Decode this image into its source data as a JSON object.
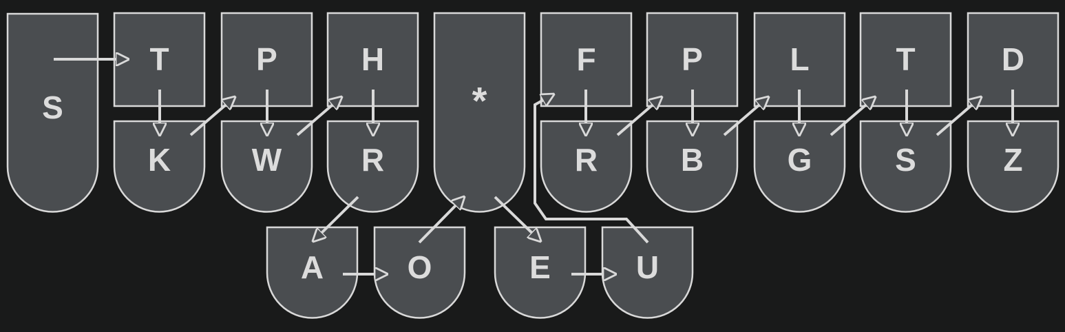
{
  "keys": {
    "S1": "S",
    "T": "T",
    "K": "K",
    "P1": "P",
    "W": "W",
    "H": "H",
    "R1": "R",
    "A": "A",
    "O": "O",
    "STAR": "*",
    "E": "E",
    "U": "U",
    "F": "F",
    "R2": "R",
    "P2": "P",
    "B": "B",
    "L": "L",
    "G": "G",
    "T2": "T",
    "S2": "S",
    "D": "D",
    "Z": "Z"
  },
  "colors": {
    "background": "#191a1a",
    "key_fill": "#4a4d50",
    "stroke": "#d9d9d9",
    "text": "#dcdcdc"
  }
}
